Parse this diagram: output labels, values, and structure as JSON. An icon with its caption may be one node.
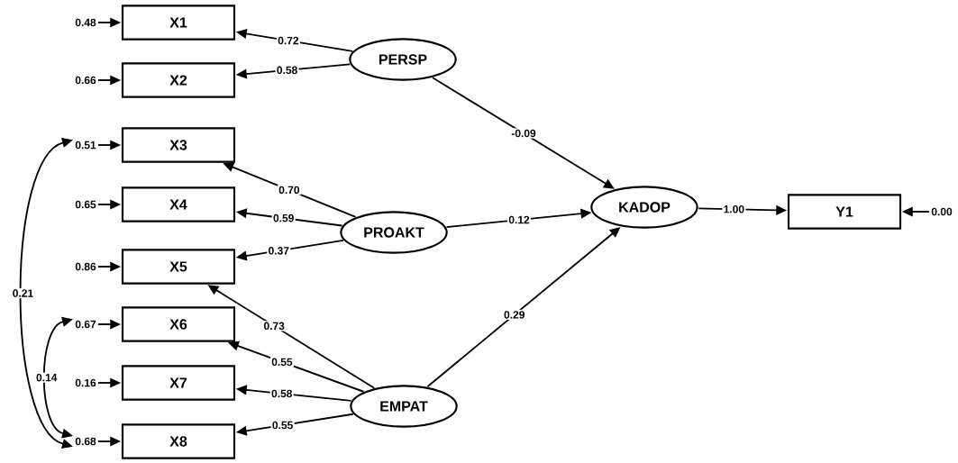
{
  "diagram": {
    "nodes": [
      {
        "text": [
          "X1"
        ]
      },
      {
        "text": [
          "X2"
        ]
      },
      {
        "text": [
          "X3"
        ]
      },
      {
        "text": [
          "X4"
        ]
      },
      {
        "text": [
          "X5"
        ]
      },
      {
        "text": [
          "X6"
        ]
      },
      {
        "text": [
          "X7"
        ]
      },
      {
        "text": [
          "X8"
        ]
      },
      {
        "text": [
          "Y1"
        ]
      },
      {
        "text": [
          "PERSP"
        ]
      },
      {
        "text": [
          "PROAKT"
        ]
      },
      {
        "text": [
          "EMPAT"
        ]
      },
      {
        "text": [
          "KADOP"
        ]
      },
      {
        "text": [
          "0.48"
        ]
      },
      {
        "text": [
          "0.66"
        ]
      },
      {
        "text": [
          "0.51"
        ]
      },
      {
        "text": [
          "0.65"
        ]
      },
      {
        "text": [
          "0.86"
        ]
      },
      {
        "text": [
          "0.67"
        ]
      },
      {
        "text": [
          "0.16"
        ]
      },
      {
        "text": [
          "0.68"
        ]
      },
      {
        "text": [
          "0.00"
        ]
      }
    ],
    "edges": [
      {
        "from": 13,
        "to": 0,
        "arrow": "to"
      },
      {
        "from": 14,
        "to": 1,
        "arrow": "to"
      },
      {
        "from": 15,
        "to": 2,
        "arrow": "to"
      },
      {
        "from": 16,
        "to": 3,
        "arrow": "to"
      },
      {
        "from": 17,
        "to": 4,
        "arrow": "to"
      },
      {
        "from": 18,
        "to": 5,
        "arrow": "to"
      },
      {
        "from": 19,
        "to": 6,
        "arrow": "to"
      },
      {
        "from": 20,
        "to": 7,
        "arrow": "to"
      },
      {
        "from": 21,
        "to": 8,
        "arrow": "to"
      },
      {
        "from": 9,
        "to": 0,
        "arrow": "to",
        "label": "0.72"
      },
      {
        "from": 9,
        "to": 1,
        "arrow": "to",
        "label": "0.58"
      },
      {
        "from": 10,
        "to": 2,
        "arrow": "to",
        "label": "0.70"
      },
      {
        "from": 10,
        "to": 3,
        "arrow": "to",
        "label": "0.59"
      },
      {
        "from": 10,
        "to": 4,
        "arrow": "to",
        "label": "0.37"
      },
      {
        "from": 11,
        "to": 4,
        "arrow": "to",
        "label": "0.73"
      },
      {
        "from": 11,
        "to": 5,
        "arrow": "to",
        "label": "0.55"
      },
      {
        "from": 11,
        "to": 6,
        "arrow": "to",
        "label": "0.58"
      },
      {
        "from": 11,
        "to": 7,
        "arrow": "to",
        "label": "0.55"
      },
      {
        "from": 9,
        "to": 12,
        "arrow": "to",
        "label": "-0.09"
      },
      {
        "from": 10,
        "to": 12,
        "arrow": "to",
        "label": "0.12"
      },
      {
        "from": 11,
        "to": 12,
        "arrow": "to",
        "label": "0.29"
      },
      {
        "from": 12,
        "to": 8,
        "arrow": "to",
        "label": "1.00"
      },
      {
        "from": 15,
        "to": 20,
        "arrow": "both",
        "label": "0.21"
      },
      {
        "from": 18,
        "to": 20,
        "arrow": "both",
        "label": "0.14"
      }
    ]
  }
}
